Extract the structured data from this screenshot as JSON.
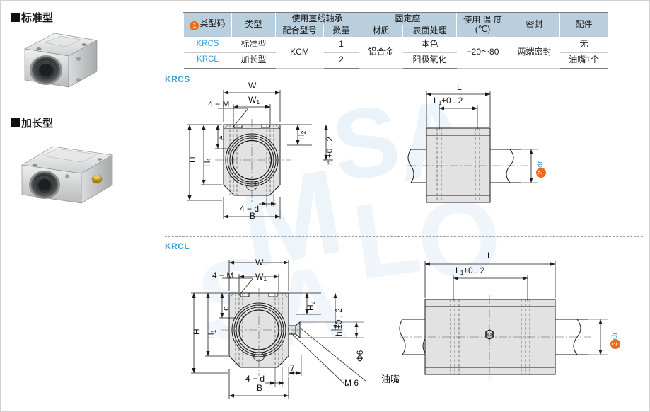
{
  "sidebar": {
    "items": [
      {
        "label": "标准型",
        "icon": "filled-square-bullet",
        "image_name": "standard-type-block-photo"
      },
      {
        "label": "加长型",
        "icon": "filled-square-bullet",
        "image_name": "extended-type-block-photo"
      }
    ]
  },
  "table": {
    "headers": {
      "type_code": "类型码",
      "type_code_badge": "1",
      "type": "类型",
      "bearing_group": "使用直线轴承",
      "bearing_model": "配合型号",
      "bearing_qty": "数量",
      "housing_group": "固定座",
      "housing_material": "材质",
      "housing_surface": "表面处理",
      "temperature": "使用 温 度",
      "temperature_unit": "(℃)",
      "seal": "密封",
      "accessory": "配件"
    },
    "rows": [
      {
        "code": "KRCS",
        "type": "标准型",
        "bearing_model": "KCM",
        "bearing_qty": "1",
        "material": "铝合金",
        "surface": "本色",
        "temperature": "−20～80",
        "seal": "两端密封",
        "accessory": "无"
      },
      {
        "code": "KRCL",
        "type": "加长型",
        "bearing_model": "KCM",
        "bearing_qty": "2",
        "material": "铝合金",
        "surface": "阳极氧化",
        "temperature": "−20～80",
        "seal": "两端密封",
        "accessory": "油嘴1个"
      }
    ]
  },
  "drawings": {
    "krcs": {
      "tag": "KRCS",
      "front_view": {
        "dims": {
          "W": "W",
          "W1_main": "W",
          "W1_sub": "1",
          "H": "H",
          "H1_main": "H",
          "H1_sub": "1",
          "H2_main": "H",
          "H2_sub": "2",
          "e": "e",
          "h_tol": "h ±0 . 2",
          "holes_top": "4 − M",
          "holes_bottom": "4 − d",
          "B": "B"
        }
      },
      "side_view": {
        "dims": {
          "L": "L",
          "L1_tol_main": "L",
          "L1_tol_sub": "1",
          "L1_tol_rest": "±0 . 2",
          "dr_badge": "2",
          "dr_label": "dr"
        }
      }
    },
    "krcl": {
      "tag": "KRCL",
      "front_view": {
        "dims": {
          "W": "W",
          "W1_main": "W",
          "W1_sub": "1",
          "H": "H",
          "H1_main": "H",
          "H1_sub": "1",
          "H2_main": "H",
          "H2_sub": "2",
          "e": "e",
          "h_tol": "h ±0 . 2",
          "holes_top": "4 − M",
          "holes_bottom": "4 − d",
          "B": "B",
          "phi6": "Φ6",
          "m6": "M 6",
          "depth7": "7",
          "nipple_label": "油嘴"
        }
      },
      "side_view": {
        "dims": {
          "L": "L",
          "L1_tol_main": "L",
          "L1_tol_sub": "1",
          "L1_tol_rest": "±0 . 2",
          "dr_badge": "2",
          "dr_label": "dr"
        }
      }
    }
  },
  "watermark": {
    "text": "SAMLO"
  },
  "colors": {
    "header_bg": "#b9cfdd",
    "code_blue": "#3aa0d8",
    "badge_orange": "#ee6c1f",
    "body_fill": "#e2e2e2",
    "line": "#1a1a1a"
  }
}
